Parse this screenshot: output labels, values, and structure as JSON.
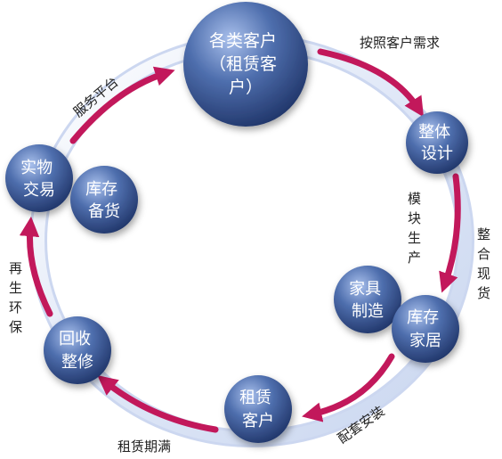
{
  "nodes": {
    "customers": {
      "lines": [
        "各类客户",
        "（租赁客",
        "户）"
      ]
    },
    "design": {
      "lines": [
        "整体",
        "设计"
      ]
    },
    "furniture_making": {
      "lines": [
        "家具",
        "制造"
      ]
    },
    "stock_home": {
      "lines": [
        "库存",
        "家居"
      ]
    },
    "lease_customer": {
      "lines": [
        "租赁",
        "客户"
      ]
    },
    "refurbish": {
      "lines": [
        "回收",
        "整修"
      ]
    },
    "trade": {
      "lines": [
        "实物",
        "交易"
      ]
    },
    "stock_prep": {
      "lines": [
        "库存",
        "备货"
      ]
    }
  },
  "labels": {
    "on_demand": "按照客户需求",
    "service_platform": "服务平台",
    "modular": "模块生产",
    "integrate": "整合现货",
    "install": "配套安装",
    "lease_expire": "租赁期满",
    "recycle": "再生环保"
  },
  "colors": {
    "node": "#2f4f8e",
    "node_light": "#9fb7e6",
    "arrow": "#c2185b",
    "ring": "#e6ecf8"
  }
}
